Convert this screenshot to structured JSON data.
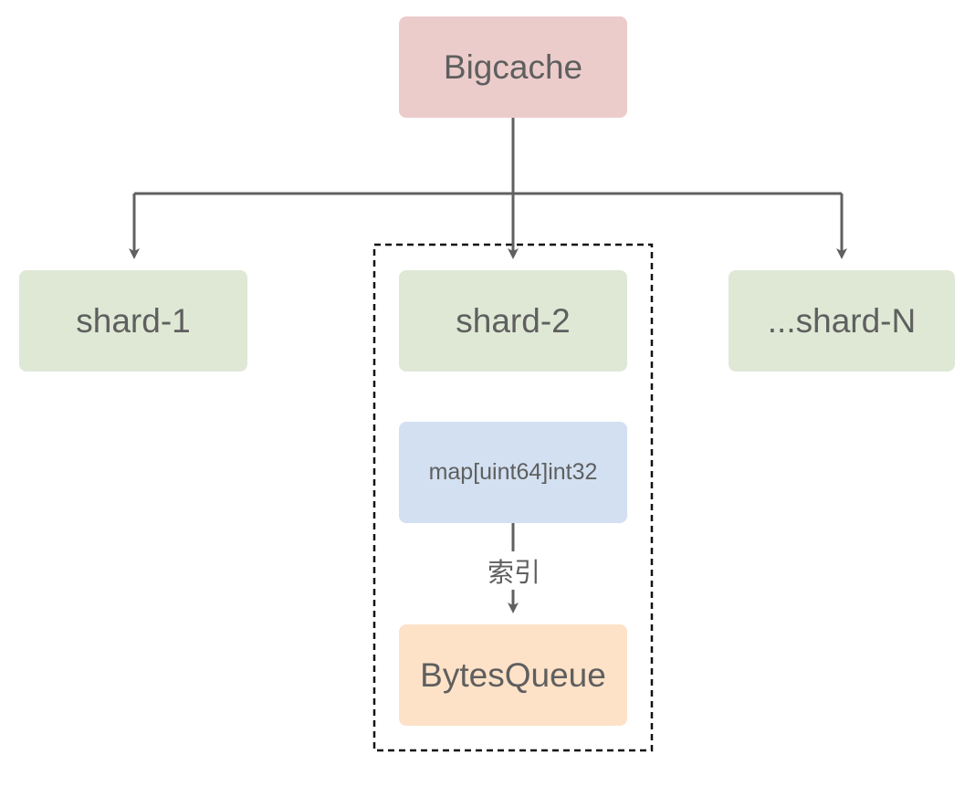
{
  "diagram": {
    "root": {
      "label": "Bigcache"
    },
    "shards": [
      {
        "label": "shard-1"
      },
      {
        "label": "shard-2"
      },
      {
        "label": "...shard-N"
      }
    ],
    "detail": {
      "index_map": {
        "label": "map[uint64]int32"
      },
      "edge_label": "索引",
      "bytes_queue": {
        "label": "BytesQueue"
      }
    },
    "colors": {
      "root_fill": "#eccccb",
      "shard_fill": "#dfe8d5",
      "map_fill": "#d2e0f1",
      "queue_fill": "#fde2c8",
      "line": "#606060",
      "text": "#5f5f5f"
    }
  }
}
